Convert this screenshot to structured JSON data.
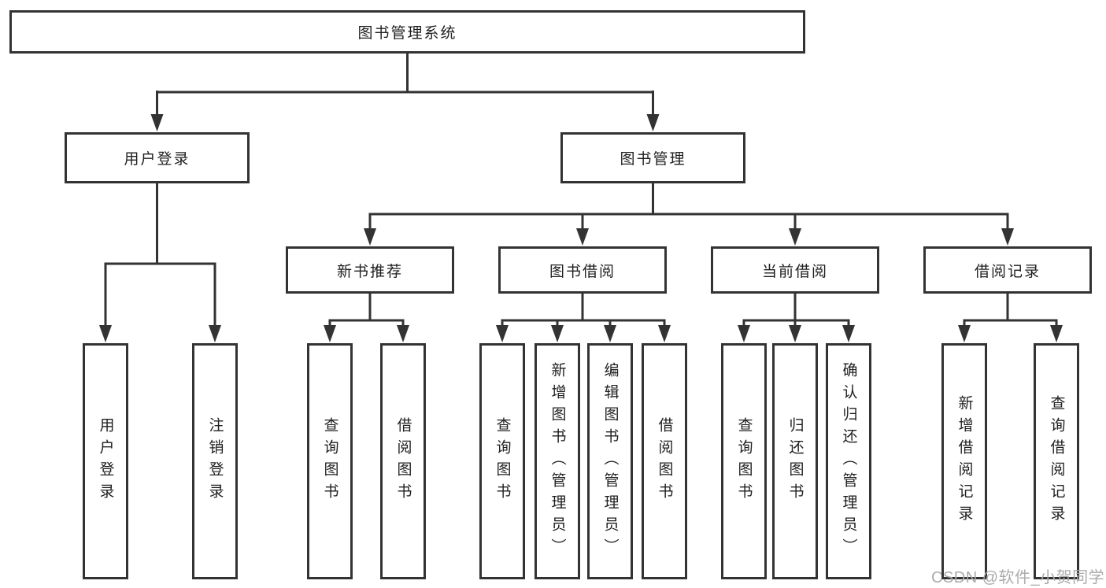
{
  "diagram_title": "图书管理系统",
  "nodes": {
    "root": "图书管理系统",
    "userLogin": "用户登录",
    "bookManagement": "图书管理",
    "newBookRecommend": "新书推荐",
    "bookBorrowing": "图书借阅",
    "currentBorrowing": "当前借阅",
    "borrowingRecords": "借阅记录",
    "leafUserLogin": "用户登录",
    "leafLogout": "注销登录",
    "recQueryBook": "查询图书",
    "recBorrowBook": "借阅图书",
    "bbQueryBook": "查询图书",
    "bbAddBook": "新增图书（管理员）",
    "bbEditBook": "编辑图书（管理员）",
    "bbBorrowBook": "借阅图书",
    "cbQueryBook": "查询图书",
    "cbReturnBook": "归还图书",
    "cbConfirmReturn": "确认归还（管理员）",
    "brAddRecord": "新增借阅记录",
    "brQueryRecord": "查询借阅记录"
  },
  "watermark": "CSDN @软件_小贺同学",
  "colors": {
    "line": "#333333",
    "text": "#1f1f1f",
    "background": "#ffffff",
    "watermark": "#ababab"
  }
}
